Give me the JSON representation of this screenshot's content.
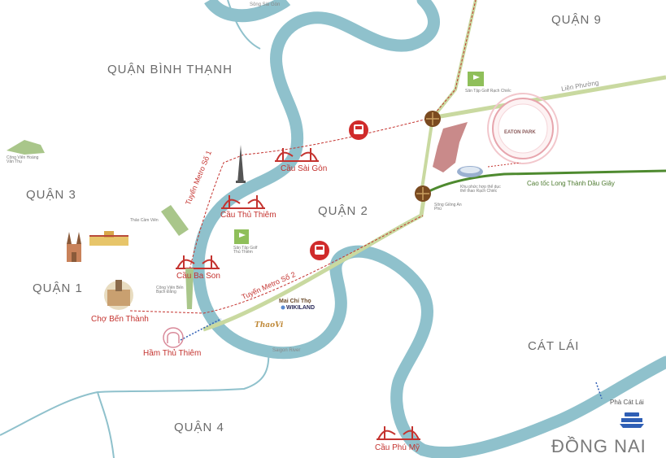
{
  "districts": {
    "q9": "QUẬN 9",
    "binh_thanh": "QUẬN BÌNH THẠNH",
    "q3": "QUẬN 3",
    "q2": "QUẬN 2",
    "q1": "QUẬN 1",
    "q4": "QUẬN 4",
    "cat_lai": "CÁT LÁI",
    "dong_nai": "ĐỒNG NAI"
  },
  "bridges": {
    "sai_gon": "Cầu Sài Gòn",
    "thu_thiem": "Cầu Thủ Thiêm",
    "ba_son": "Cầu Ba Son",
    "phu_my": "Cầu Phú Mỹ"
  },
  "places": {
    "cho_ben_thanh": "Chợ Bến Thành",
    "ham_thu_thiem": "Hầm Thủ Thiêm",
    "pha_cat_lai": "Phà Cát Lái"
  },
  "roads": {
    "lien_phuong": "Liên Phường",
    "cao_toc": "Cao tốc Long Thành Dầu Giây",
    "saigon_river": "Saigon River",
    "song_sai_gon": "Sông Sài Gòn"
  },
  "metro": {
    "line1": "Tuyến Metro Số 1",
    "line2": "Tuyến Metro Số 2"
  },
  "small_labels": {
    "golf_rach_chiec": "Sân Tập Golf Rạch Chiếc",
    "golf_thu_thiem": "Sân Tập Golf Thủ Thiêm",
    "thao_cam_vien": "Thảo Cầm Viên",
    "cv_hoang_van_thu": "Công Viên Hoàng Văn Thụ",
    "cv_bach_dang": "Công Viên Bến Bạch Đằng",
    "rach_chiec_complex": "Khu phức hợp thể dục thể thao Rạch Chiếc",
    "song_ray_an_phu": "Sông Giồng An Phú"
  },
  "brands": {
    "eaton_park": "EATON PARK",
    "mai_chi_tho": "Mai Chí Thọ",
    "wikiland": "WIKILAND",
    "thao_vi": "ThaoVi"
  },
  "colors": {
    "river": "#8fc1cc",
    "avenue": "#c9d9a0",
    "highway": "#4e8a2f",
    "metro_line": "#c4332f",
    "bridge": "#c4332f",
    "node": "#7a4a20",
    "plot": "#c98a8a",
    "park": "#a9c68a"
  },
  "icons": [
    "metro-icon",
    "bridge-icon",
    "landmark-tower-icon",
    "cathedral-icon",
    "market-icon",
    "tunnel-icon",
    "ferry-icon",
    "golf-flag-icon",
    "stadium-icon",
    "eaton-park-logo"
  ]
}
